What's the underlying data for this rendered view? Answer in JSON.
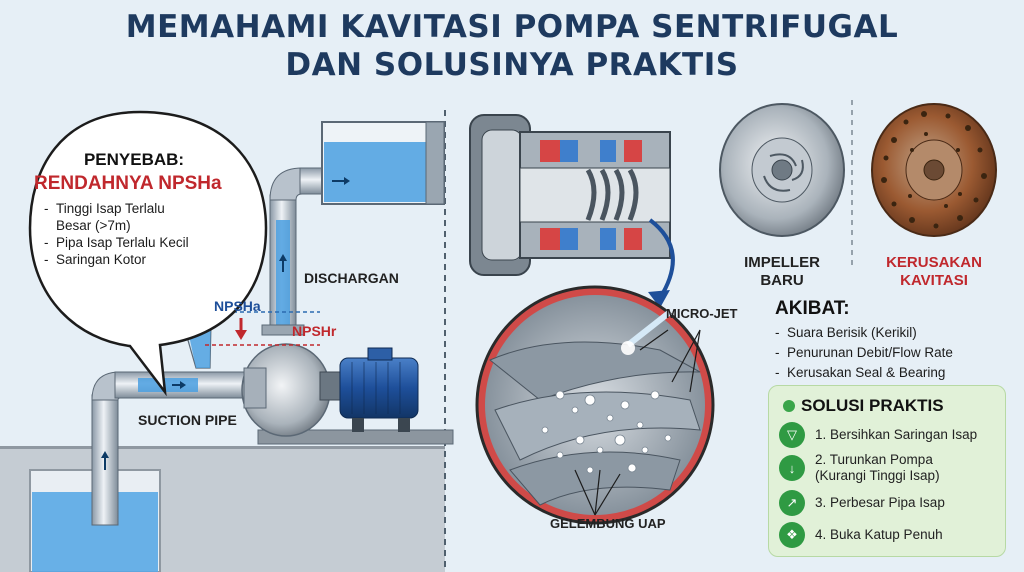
{
  "title": {
    "line1": "MEMAHAMI KAVITASI POMPA SENTRIFUGAL",
    "line2": "DAN SOLUSINYA PRAKTIS"
  },
  "penyebab": {
    "heading": "PENYEBAB:",
    "highlight": "RENDAHNYA NPSHa",
    "items": [
      "Tinggi Isap Terlalu Besar (>7m)",
      "Pipa Isap Terlalu Kecil",
      "Saringan Kotor"
    ]
  },
  "labels": {
    "npsha": "NPSHa",
    "npshr": "NPSHr",
    "discharge": "DISCHARGAN",
    "suction": "SUCTION PIPE",
    "micro_jet": "MICRO-JET",
    "gelembung": "GELEMBUNG UAP",
    "impeller_new": "IMPELLER BARU",
    "impeller_damaged": "KERUSAKAN KAVITASI"
  },
  "akibat": {
    "heading": "AKIBAT:",
    "items": [
      "Suara Berisik (Kerikil)",
      "Penurunan Debit/Flow Rate",
      "Kerusakan Seal & Bearing"
    ]
  },
  "solusi": {
    "heading": "SOLUSI PRAKTIS",
    "steps": [
      {
        "text": "1. Bersihkan Saringan Isap",
        "icon": "filter-icon"
      },
      {
        "text": "2. Turunkan Pompa (Kurangi Tinggi Isap)",
        "icon": "pump-down-icon"
      },
      {
        "text": "3. Perbesar Pipa Isap",
        "icon": "expand-icon"
      },
      {
        "text": "4. Buka Katup Penuh",
        "icon": "valve-icon"
      }
    ]
  },
  "colors": {
    "title": "#1e3a5f",
    "accent_red": "#c0282d",
    "water": "#4a9fe0",
    "solution_bg": "#e1f1d8",
    "solution_icon": "#2f9a43"
  }
}
